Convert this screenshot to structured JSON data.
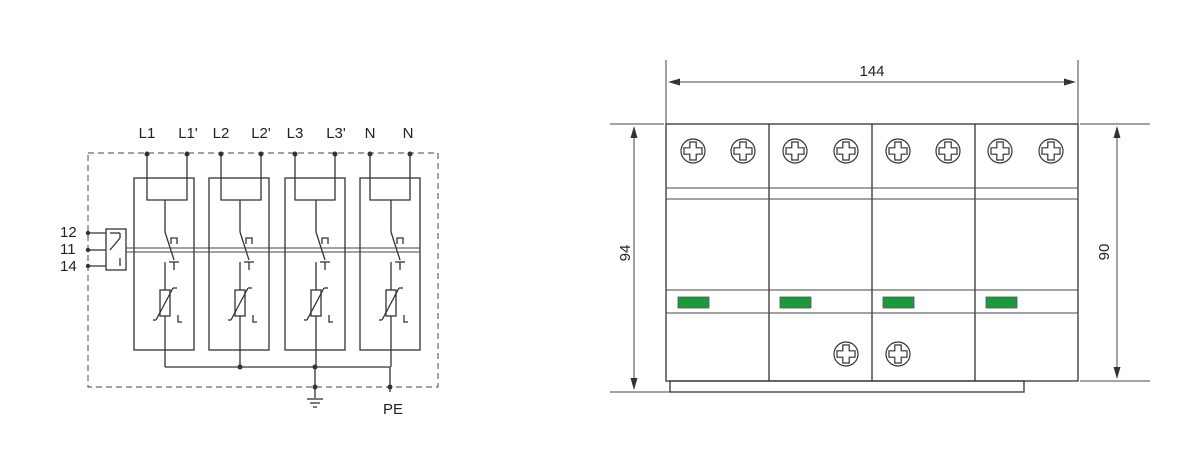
{
  "schematic": {
    "terminals_top": [
      "L1",
      "L1'",
      "L2",
      "L2'",
      "L3",
      "L3'",
      "N",
      "N"
    ],
    "aux_contacts": [
      "12",
      "11",
      "14"
    ],
    "pe_label": "PE"
  },
  "dimensions": {
    "width_label": "144",
    "height_left_label": "94",
    "height_right_label": "90"
  },
  "colors": {
    "indicator": "#1a9a3c",
    "line": "#333333"
  },
  "icons": {
    "ground": "ground-icon",
    "screw": "screw-terminal-icon"
  }
}
